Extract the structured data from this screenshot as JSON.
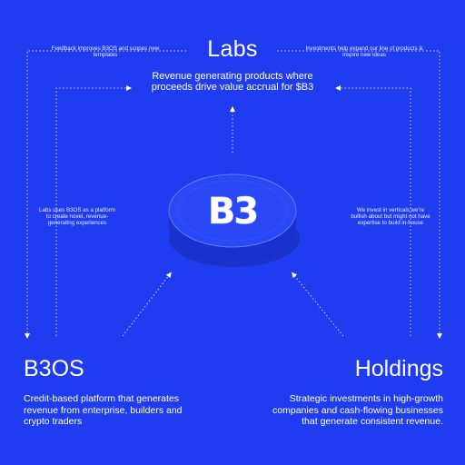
{
  "labs": {
    "title": "Labs",
    "subtitle": "Revenue generating products where proceeds drive value accrual for $B3"
  },
  "notes": {
    "top_left": "Feedback improves B3OS and scopes new templates",
    "top_right": "Investments help expand our line of products & inspire new ideas",
    "left": "Labs uses B3OS as a platform to create novel, revenue-generating experiences",
    "right": "We invest in verticals we're bullish about but might not have expertise to build in-house"
  },
  "b3os": {
    "title": "B3OS",
    "description": "Credit-based platform that generates revenue from enterprise, builders and crypto traders"
  },
  "holdings": {
    "title": "Holdings",
    "description": "Strategic investments in high-growth companies and cash-flowing businesses that generate consistent revenue."
  },
  "coin": {
    "label": "B3"
  },
  "colors": {
    "background": "#1f3cf0",
    "coin_face": "#2a48f5",
    "coin_edge": "#1a2fc9",
    "text": "#ffffff"
  }
}
